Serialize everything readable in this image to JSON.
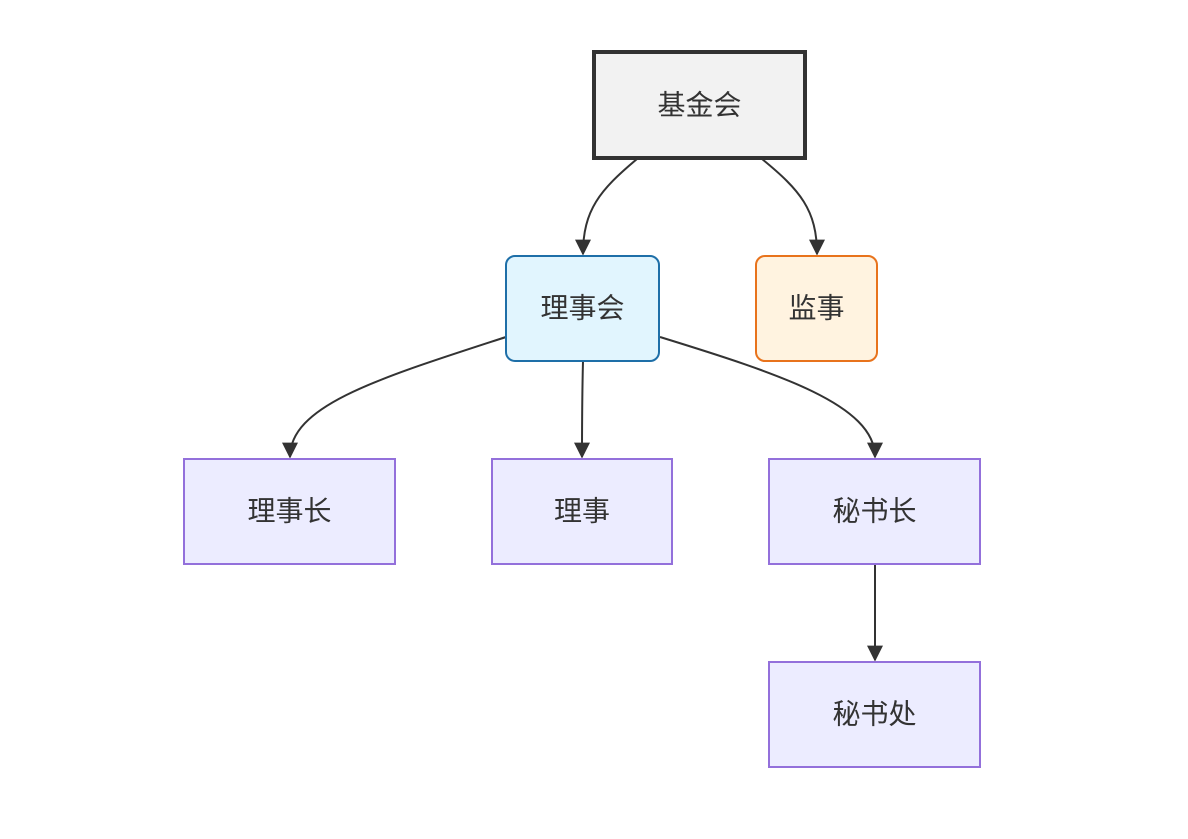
{
  "nodes": {
    "foundation": {
      "label": "基金会",
      "fill": "#f2f2f2",
      "stroke": "#333333"
    },
    "board": {
      "label": "理事会",
      "fill": "#e1f5fe",
      "stroke": "#1e6fa8"
    },
    "supervisor": {
      "label": "监事",
      "fill": "#fff3e0",
      "stroke": "#e8731c"
    },
    "chairman": {
      "label": "理事长",
      "fill": "#ececff",
      "stroke": "#9370db"
    },
    "director": {
      "label": "理事",
      "fill": "#ececff",
      "stroke": "#9370db"
    },
    "secretary_general": {
      "label": "秘书长",
      "fill": "#ececff",
      "stroke": "#9370db"
    },
    "secretariat": {
      "label": "秘书处",
      "fill": "#ececff",
      "stroke": "#9370db"
    }
  },
  "edges": [
    {
      "from": "基金会",
      "to": "理事会"
    },
    {
      "from": "基金会",
      "to": "监事"
    },
    {
      "from": "理事会",
      "to": "理事长"
    },
    {
      "from": "理事会",
      "to": "理事"
    },
    {
      "from": "理事会",
      "to": "秘书长"
    },
    {
      "from": "秘书长",
      "to": "秘书处"
    }
  ]
}
